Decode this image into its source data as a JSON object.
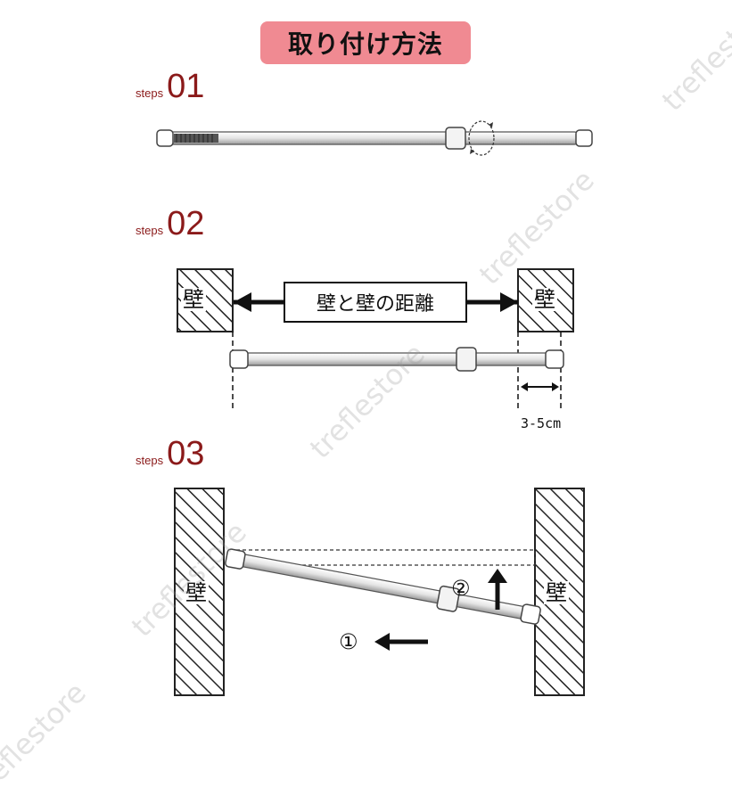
{
  "title": "取り付け方法",
  "steps": [
    {
      "label": "steps",
      "number": "01"
    },
    {
      "label": "steps",
      "number": "02"
    },
    {
      "label": "steps",
      "number": "03"
    }
  ],
  "step2": {
    "wall_label": "壁",
    "distance_label": "壁と壁の距離",
    "measurement": "3-5cm"
  },
  "step3": {
    "wall_label": "壁",
    "marker_1": "①",
    "marker_2": "②"
  },
  "watermark": "treflestore",
  "colors": {
    "title_bg": "#f08a92",
    "step_text": "#8b1a1a"
  }
}
